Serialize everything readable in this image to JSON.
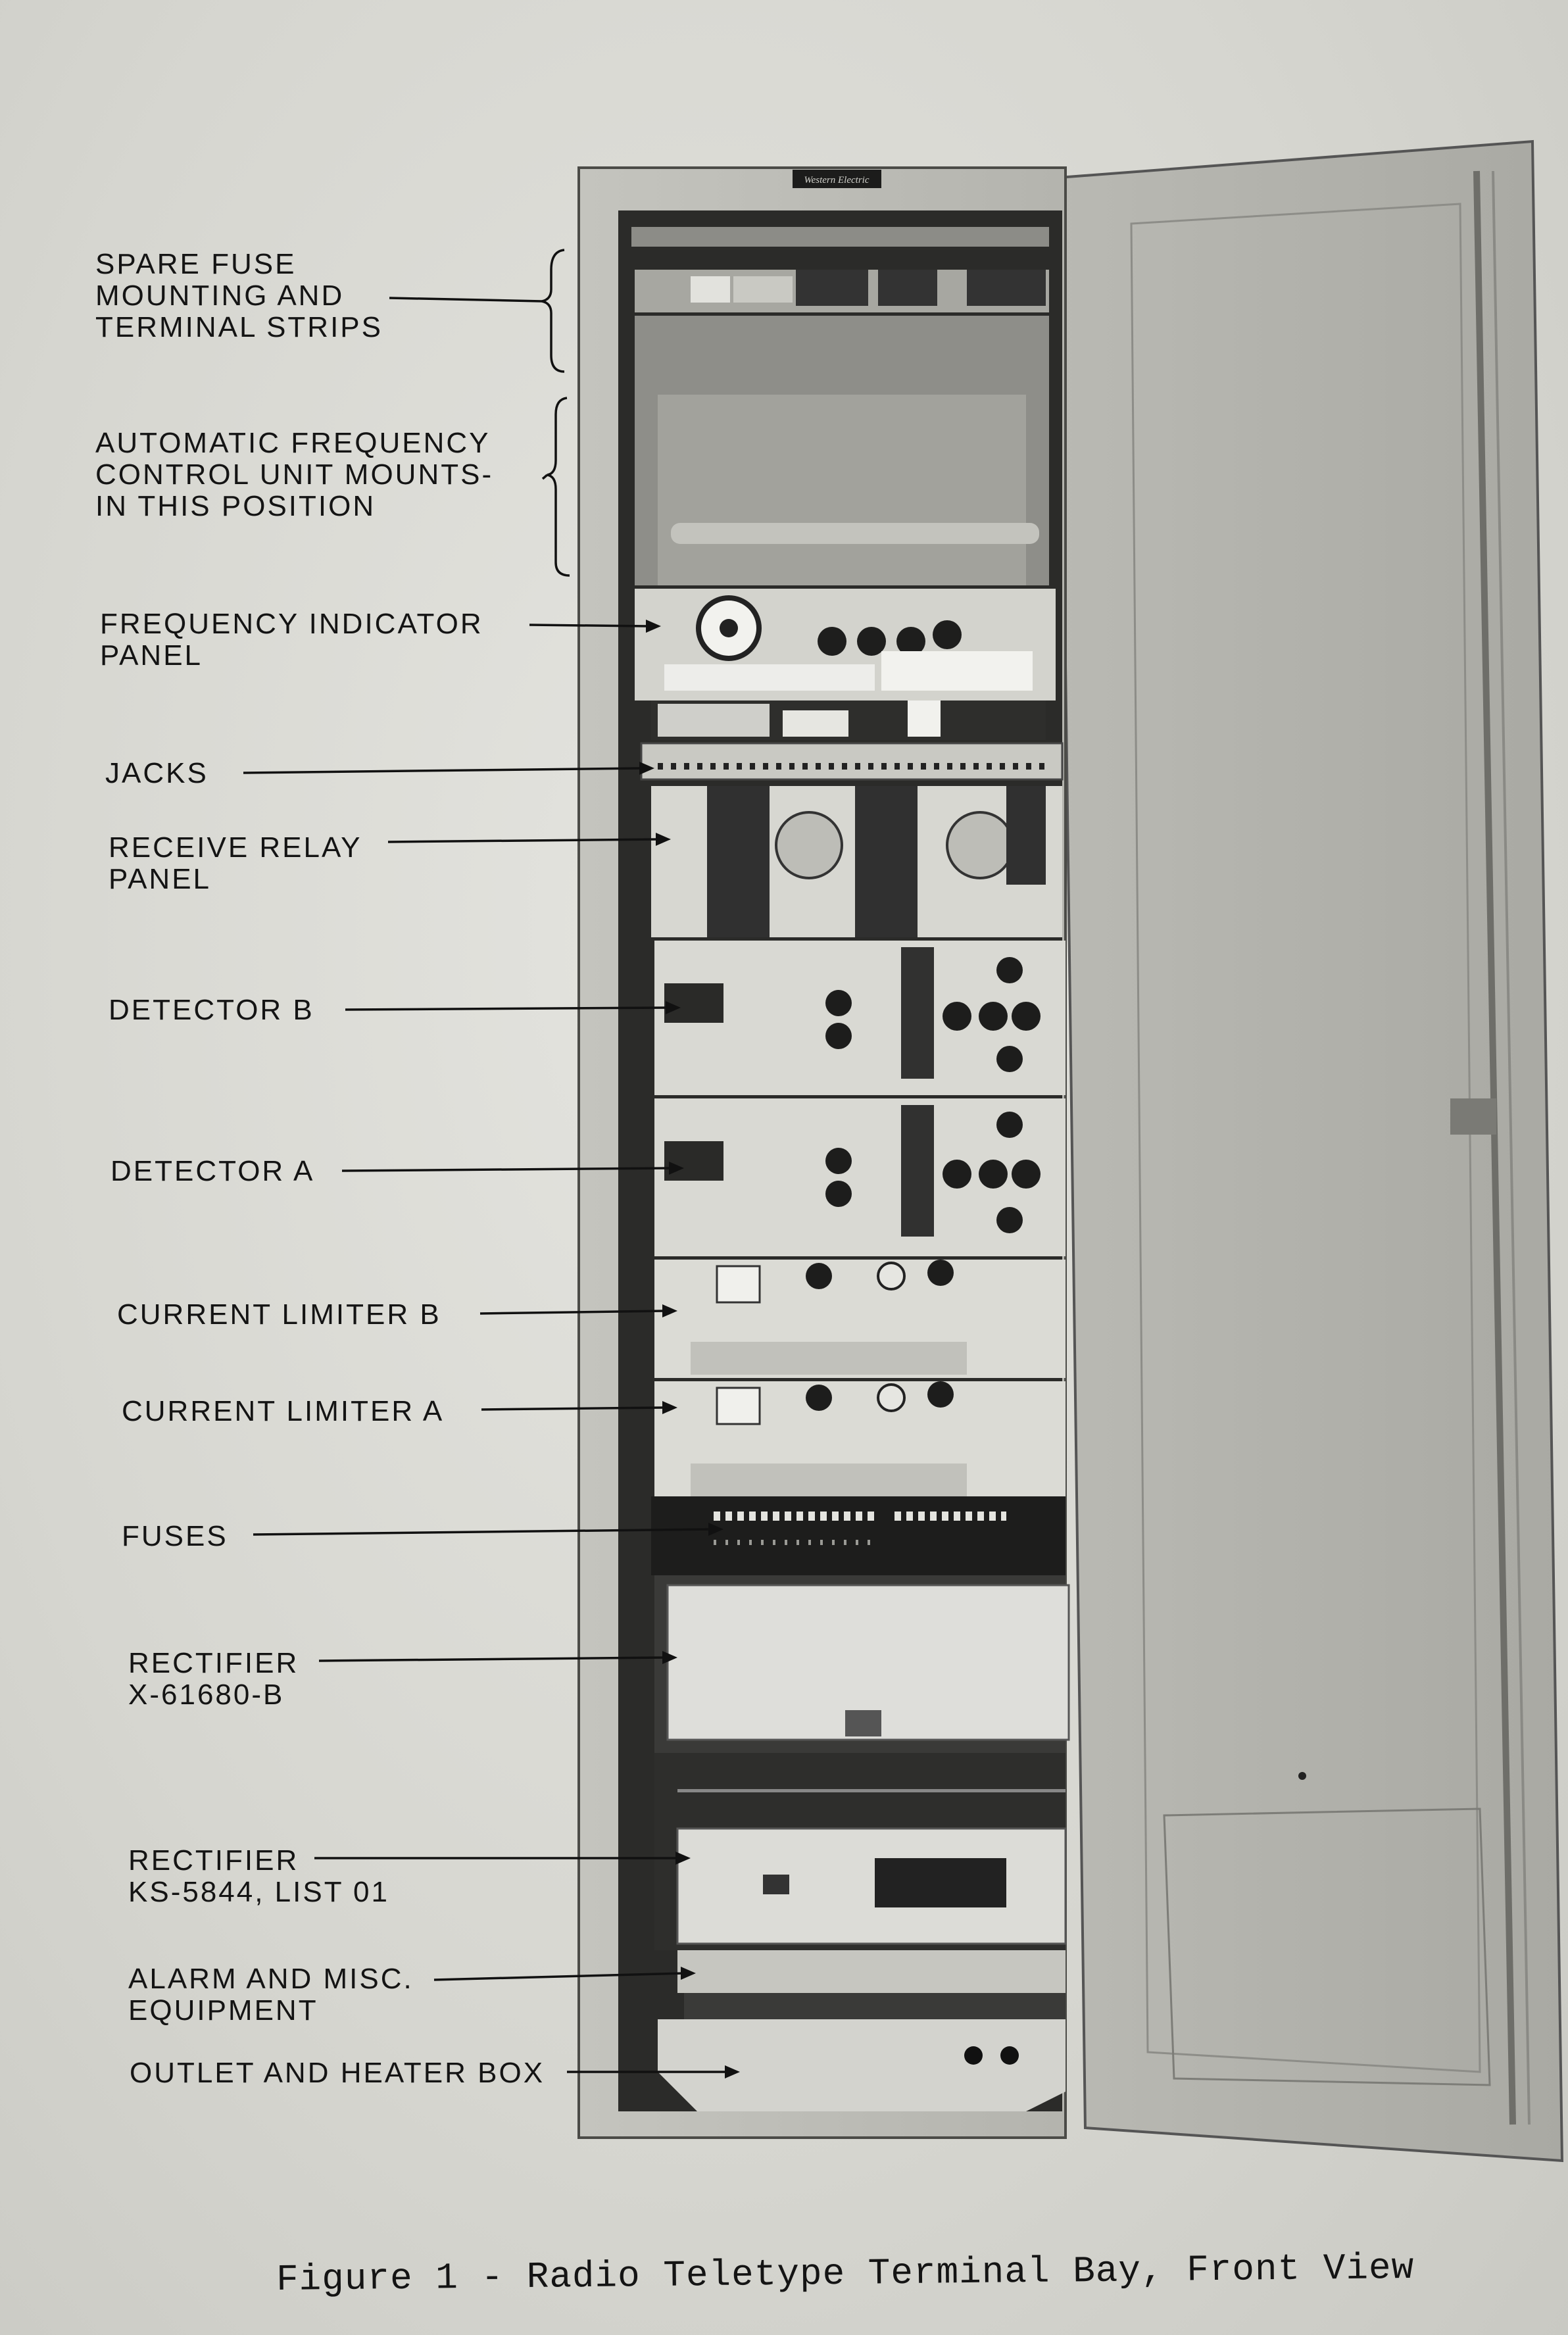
{
  "figure": {
    "caption": "Figure 1 - Radio Teletype Terminal Bay, Front View",
    "badge_text": "Western Electric",
    "labels": [
      {
        "lines": [
          "Spare Fuse",
          "Mounting and",
          "Terminal Strips"
        ]
      },
      {
        "lines": [
          "Automatic Frequency",
          "Control Unit Mounts-",
          "In This Position"
        ]
      },
      {
        "lines": [
          "Frequency Indicator",
          "Panel"
        ]
      },
      {
        "lines": [
          "Jacks"
        ]
      },
      {
        "lines": [
          "Receive Relay",
          "Panel"
        ]
      },
      {
        "lines": [
          "Detector B"
        ]
      },
      {
        "lines": [
          "Detector A"
        ]
      },
      {
        "lines": [
          "Current Limiter B"
        ]
      },
      {
        "lines": [
          "Current Limiter A"
        ]
      },
      {
        "lines": [
          "Fuses"
        ]
      },
      {
        "lines": [
          "Rectifier",
          "X-61680-B"
        ]
      },
      {
        "lines": [
          "Rectifier",
          "KS-5844, List 01"
        ]
      },
      {
        "lines": [
          "Alarm and Misc.",
          "Equipment"
        ]
      },
      {
        "lines": [
          "Outlet and Heater Box"
        ]
      }
    ]
  }
}
